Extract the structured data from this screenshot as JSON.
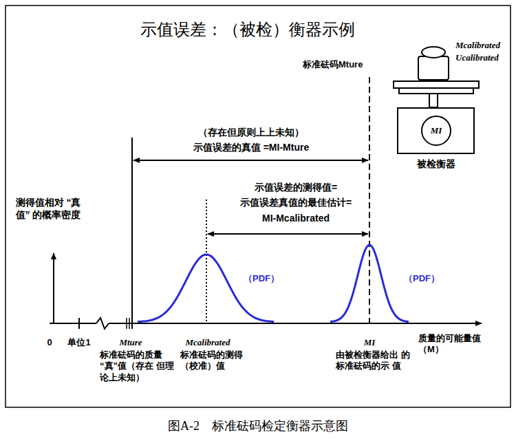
{
  "diagram": {
    "title": "示值误差：（被检）衡器示例",
    "caption": "图A-2　标准砝码检定衡器示意图",
    "nodes": [
      {
        "text": [
          "被检衡器"
        ]
      },
      {
        "text": [
          "MI"
        ],
        "in": 0
      }
    ],
    "labels": [
      "标准砝码Mture",
      "Mcalibrated",
      "Ucalibrated",
      "（存在但原则上上未知）",
      "示值误差的真值 =MI-Mture",
      "示值误差的测得值=",
      "示值误差真值的最佳估计=",
      "MI-Mcalibrated",
      "测得值相对 “真值” 的概率密度",
      "（PDF）",
      "（PDF）",
      "0",
      "单位1",
      "Mture",
      "Mcalibrated",
      "MI",
      "质量的可能量值 （M）",
      "标准砝码的质量 “真”值（存在 但理论上未知）",
      "标准砝码的测得 （校准）值",
      "由被检衡器给出 的标准砝码的示 值"
    ]
  }
}
